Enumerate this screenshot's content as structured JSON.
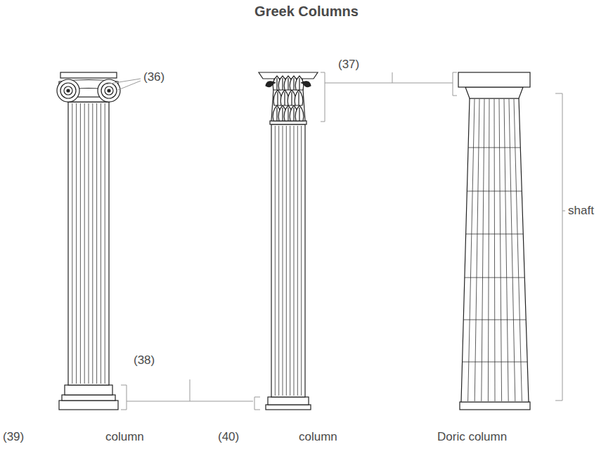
{
  "diagram": {
    "title": "Greek Columns",
    "labels": [
      "(36)",
      "(37)",
      "(38)",
      "(39)",
      "column",
      "(40)",
      "column",
      "Doric column",
      "shaft"
    ]
  }
}
